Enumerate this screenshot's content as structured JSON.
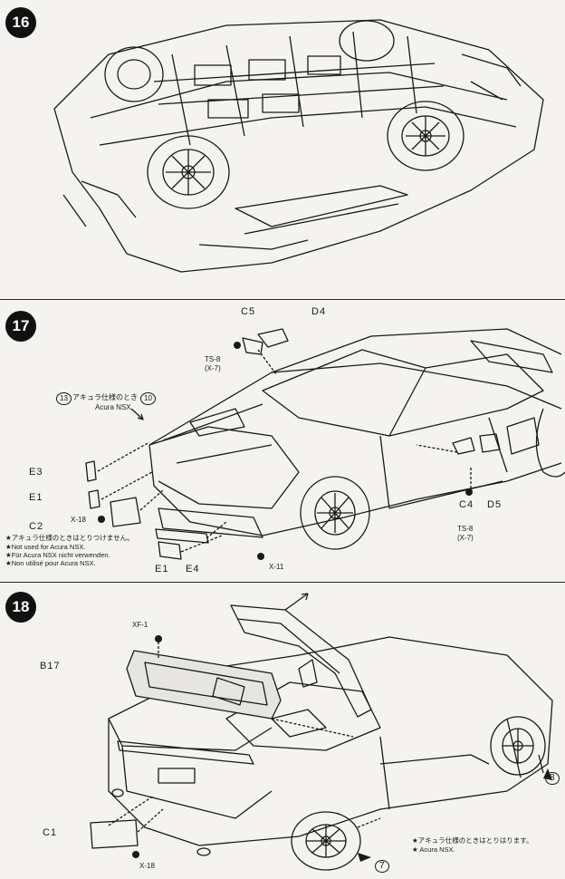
{
  "steps": [
    {
      "number": "16"
    },
    {
      "number": "17",
      "labels": {
        "c5": "C5",
        "d4": "D4",
        "ts8_top": "TS-8",
        "x7_top": "(X-7)",
        "acura_step_a": "13",
        "acura_jp": "アキュラ仕様のとき",
        "acura_step_b": "10",
        "acura_en": "Acura NSX",
        "e3": "E3",
        "e1_left": "E1",
        "c2": "C2",
        "x18": "X-18",
        "e1_bottom": "E1",
        "e4": "E4",
        "x11": "X-11",
        "c4": "C4",
        "d5": "D5",
        "ts8_right": "TS-8",
        "x7_right": "(X-7)"
      },
      "notes": [
        "★アキュラ仕様のときはとりつけません。",
        "★Not used for Acura NSX.",
        "★Für Acura NSX nicht verwenden.",
        "★Non utilisé pour Acura NSX."
      ]
    },
    {
      "number": "18",
      "labels": {
        "xf1": "XF-1",
        "b17": "B17",
        "c1": "C1",
        "x18": "X-18",
        "ref_step_a": "8",
        "ref_step_b": "7"
      },
      "notes": [
        "★アキュラ仕様のときはとりはります。",
        "★ Acura NSX."
      ]
    }
  ],
  "colors": {
    "ink": "#1a1a1a",
    "paper": "#f4f3ef",
    "badge": "#111111",
    "panel_fill": "#e6e5e1"
  }
}
